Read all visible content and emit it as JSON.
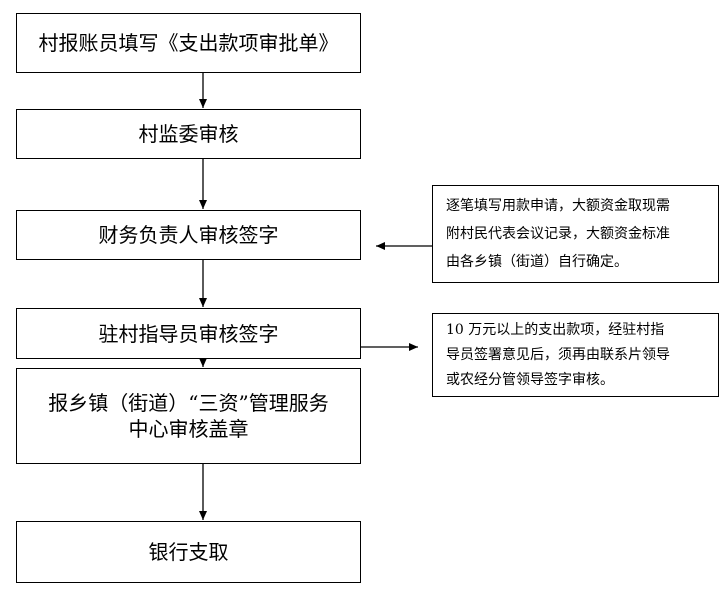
{
  "steps": [
    {
      "label": "村报账员填写《支出款项审批单》"
    },
    {
      "label": "村监委审核"
    },
    {
      "label": "财务负责人审核签字"
    },
    {
      "label": "驻村指导员审核签字"
    },
    {
      "label_lines": [
        "报乡镇（街道）“三资”管理服务",
        "中心审核盖章"
      ]
    },
    {
      "label": "银行支取"
    }
  ],
  "notes": [
    {
      "lines": [
        "逐笔填写用款申请，大额资金取现需",
        "附村民代表会议记录，大额资金标准",
        "由各乡镇（街道）自行确定。"
      ]
    },
    {
      "lines": [
        "10 万元以上的支出款项，经驻村指",
        "导员签署意见后，须再由联系片领导",
        "或农经分管领导签字审核。"
      ]
    }
  ]
}
